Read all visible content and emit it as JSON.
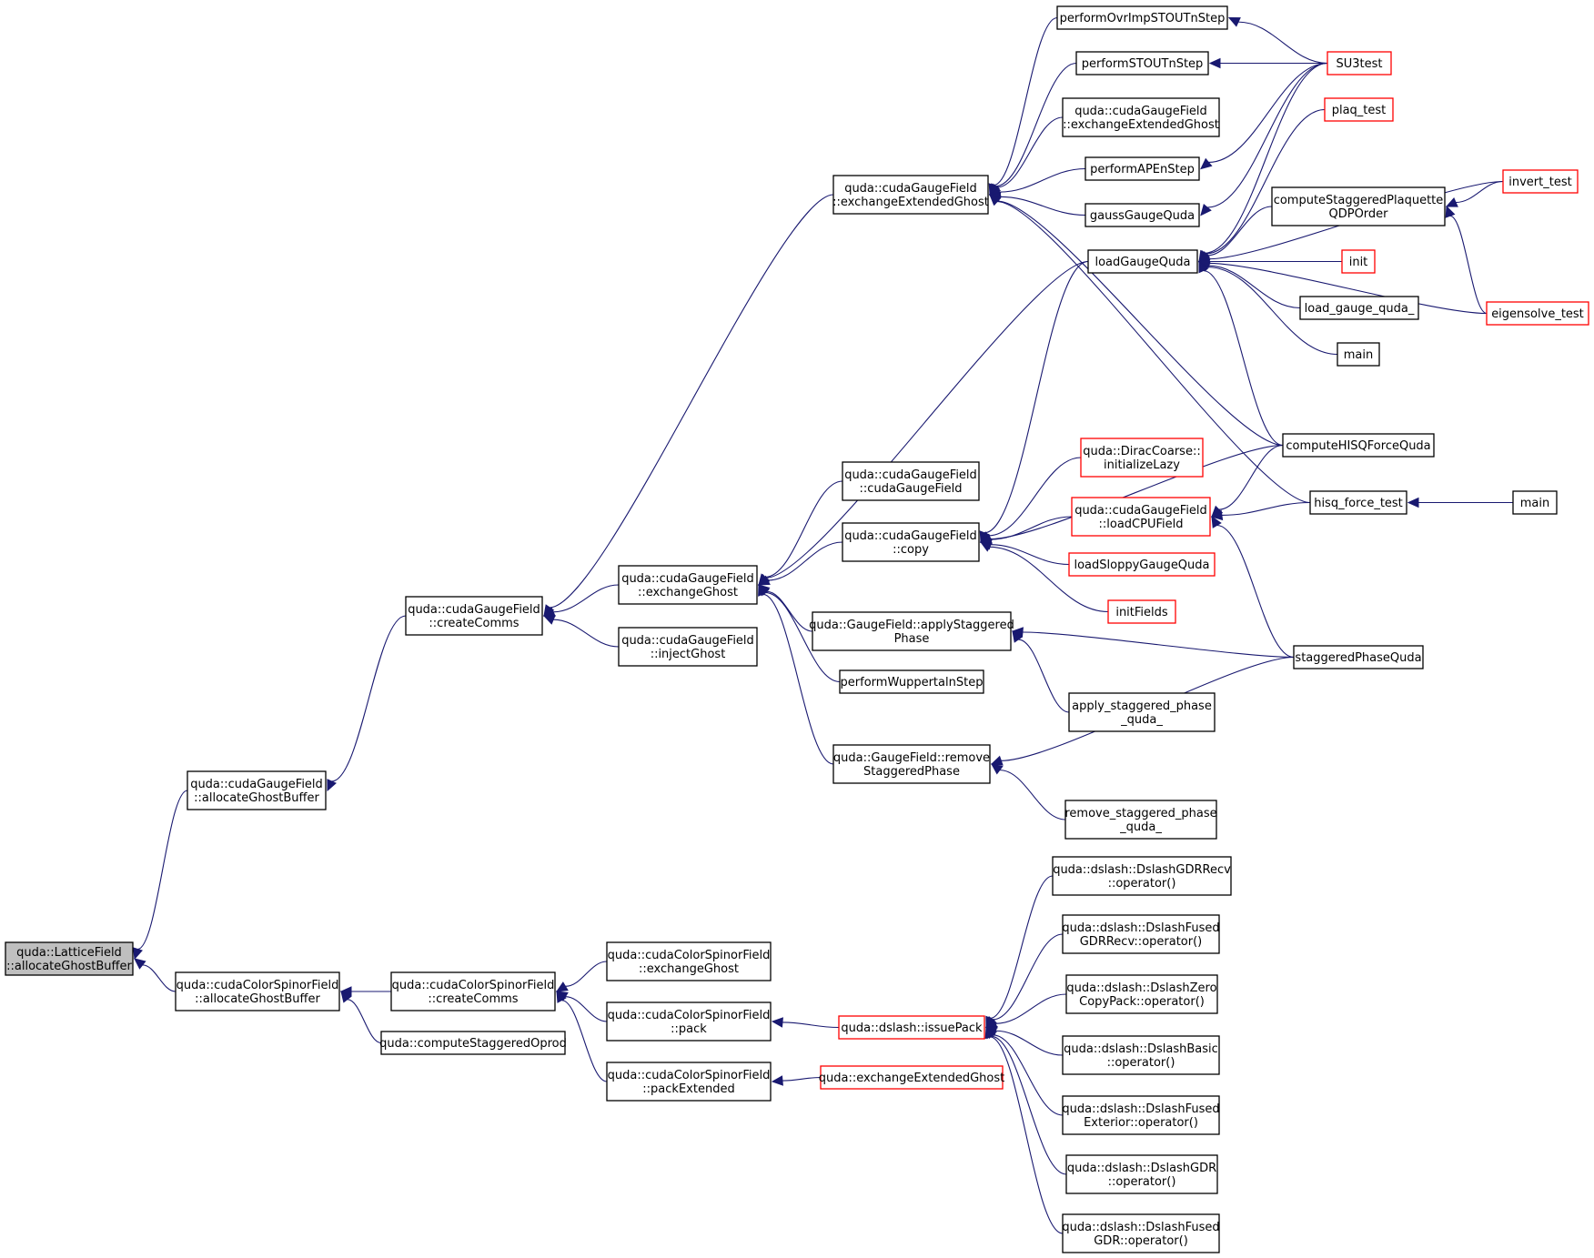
{
  "colors": {
    "edge": "#191970",
    "node_border": "#000000",
    "truncated_border": "#ff0000",
    "root_fill": "#bfbfbf",
    "node_fill": "#ffffff"
  },
  "nodes": [
    {
      "id": "root",
      "lines": [
        "quda::LatticeField",
        "::allocateGhostBuffer"
      ],
      "kind": "root"
    },
    {
      "id": "cgf_alloc",
      "lines": [
        "quda::cudaGaugeField",
        "::allocateGhostBuffer"
      ],
      "kind": "normal"
    },
    {
      "id": "ccsf_alloc",
      "lines": [
        "quda::cudaColorSpinorField",
        "::allocateGhostBuffer"
      ],
      "kind": "normal"
    },
    {
      "id": "cgf_createComms",
      "lines": [
        "quda::cudaGaugeField",
        "::createComms"
      ],
      "kind": "normal"
    },
    {
      "id": "ccsf_createComms",
      "lines": [
        "quda::cudaColorSpinorField",
        "::createComms"
      ],
      "kind": "normal"
    },
    {
      "id": "computeStaggeredOprod",
      "lines": [
        "quda::computeStaggeredOprod"
      ],
      "kind": "normal"
    },
    {
      "id": "cgf_exchangeExtendedGhost",
      "lines": [
        "quda::cudaGaugeField",
        "::exchangeExtendedGhost"
      ],
      "kind": "normal"
    },
    {
      "id": "cgf_exchangeGhost",
      "lines": [
        "quda::cudaGaugeField",
        "::exchangeGhost"
      ],
      "kind": "normal"
    },
    {
      "id": "cgf_injectGhost",
      "lines": [
        "quda::cudaGaugeField",
        "::injectGhost"
      ],
      "kind": "normal"
    },
    {
      "id": "ccsf_exchangeGhost",
      "lines": [
        "quda::cudaColorSpinorField",
        "::exchangeGhost"
      ],
      "kind": "normal"
    },
    {
      "id": "ccsf_pack",
      "lines": [
        "quda::cudaColorSpinorField",
        "::pack"
      ],
      "kind": "normal"
    },
    {
      "id": "ccsf_packExtended",
      "lines": [
        "quda::cudaColorSpinorField",
        "::packExtended"
      ],
      "kind": "normal"
    },
    {
      "id": "performOvrImpSTOUTnStep",
      "lines": [
        "performOvrImpSTOUTnStep"
      ],
      "kind": "normal"
    },
    {
      "id": "performSTOUTnStep",
      "lines": [
        "performSTOUTnStep"
      ],
      "kind": "normal"
    },
    {
      "id": "cgf_exchangeExtendedGhost2",
      "lines": [
        "quda::cudaGaugeField",
        "::exchangeExtendedGhost"
      ],
      "kind": "normal"
    },
    {
      "id": "performAPEnStep",
      "lines": [
        "performAPEnStep"
      ],
      "kind": "normal"
    },
    {
      "id": "gaussGaugeQuda",
      "lines": [
        "gaussGaugeQuda"
      ],
      "kind": "normal"
    },
    {
      "id": "loadGaugeQuda",
      "lines": [
        "loadGaugeQuda"
      ],
      "kind": "normal"
    },
    {
      "id": "cgf_cudaGaugeField",
      "lines": [
        "quda::cudaGaugeField",
        "::cudaGaugeField"
      ],
      "kind": "normal"
    },
    {
      "id": "cgf_copy",
      "lines": [
        "quda::cudaGaugeField",
        "::copy"
      ],
      "kind": "normal"
    },
    {
      "id": "gf_applyStaggeredPhase",
      "lines": [
        "quda::GaugeField::applyStaggered",
        "Phase"
      ],
      "kind": "normal"
    },
    {
      "id": "performWuppertalnStep",
      "lines": [
        "performWuppertalnStep"
      ],
      "kind": "normal"
    },
    {
      "id": "gf_removeStaggeredPhase",
      "lines": [
        "quda::GaugeField::remove",
        "StaggeredPhase"
      ],
      "kind": "normal"
    },
    {
      "id": "diracCoarse_initializeLazy",
      "lines": [
        "quda::DiracCoarse::",
        "initializeLazy"
      ],
      "kind": "trunc"
    },
    {
      "id": "cgf_loadCPUField",
      "lines": [
        "quda::cudaGaugeField",
        "::loadCPUField"
      ],
      "kind": "trunc"
    },
    {
      "id": "loadSloppyGaugeQuda",
      "lines": [
        "loadSloppyGaugeQuda"
      ],
      "kind": "trunc"
    },
    {
      "id": "initFields",
      "lines": [
        "initFields"
      ],
      "kind": "trunc"
    },
    {
      "id": "apply_staggered_phase_quda_",
      "lines": [
        "apply_staggered_phase",
        "_quda_"
      ],
      "kind": "normal"
    },
    {
      "id": "remove_staggered_phase_quda_",
      "lines": [
        "remove_staggered_phase",
        "_quda_"
      ],
      "kind": "normal"
    },
    {
      "id": "SU3test",
      "lines": [
        "SU3test"
      ],
      "kind": "trunc"
    },
    {
      "id": "plaq_test",
      "lines": [
        "plaq_test"
      ],
      "kind": "trunc"
    },
    {
      "id": "computeStaggeredPlaquetteQDPOrder",
      "lines": [
        "computeStaggeredPlaquette",
        "QDPOrder"
      ],
      "kind": "normal"
    },
    {
      "id": "init",
      "lines": [
        "init"
      ],
      "kind": "trunc"
    },
    {
      "id": "load_gauge_quda_",
      "lines": [
        "load_gauge_quda_"
      ],
      "kind": "normal"
    },
    {
      "id": "main1",
      "lines": [
        "main"
      ],
      "kind": "normal"
    },
    {
      "id": "computeHISQForceQuda",
      "lines": [
        "computeHISQForceQuda"
      ],
      "kind": "normal"
    },
    {
      "id": "hisq_force_test",
      "lines": [
        "hisq_force_test"
      ],
      "kind": "normal"
    },
    {
      "id": "staggeredPhaseQuda",
      "lines": [
        "staggeredPhaseQuda"
      ],
      "kind": "normal"
    },
    {
      "id": "invert_test",
      "lines": [
        "invert_test"
      ],
      "kind": "trunc"
    },
    {
      "id": "eigensolve_test",
      "lines": [
        "eigensolve_test"
      ],
      "kind": "trunc"
    },
    {
      "id": "main2",
      "lines": [
        "main"
      ],
      "kind": "normal"
    },
    {
      "id": "dslash_issuePack",
      "lines": [
        "quda::dslash::issuePack"
      ],
      "kind": "trunc"
    },
    {
      "id": "exchangeExtendedGhost_free",
      "lines": [
        "quda::exchangeExtendedGhost"
      ],
      "kind": "trunc"
    },
    {
      "id": "dslashGDRRecv",
      "lines": [
        "quda::dslash::DslashGDRRecv",
        "::operator()"
      ],
      "kind": "normal"
    },
    {
      "id": "dslashFusedGDRRecv",
      "lines": [
        "quda::dslash::DslashFused",
        "GDRRecv::operator()"
      ],
      "kind": "normal"
    },
    {
      "id": "dslashZeroCopyPack",
      "lines": [
        "quda::dslash::DslashZero",
        "CopyPack::operator()"
      ],
      "kind": "normal"
    },
    {
      "id": "dslashBasic",
      "lines": [
        "quda::dslash::DslashBasic",
        "::operator()"
      ],
      "kind": "normal"
    },
    {
      "id": "dslashFusedExterior",
      "lines": [
        "quda::dslash::DslashFused",
        "Exterior::operator()"
      ],
      "kind": "normal"
    },
    {
      "id": "dslashGDR",
      "lines": [
        "quda::dslash::DslashGDR",
        "::operator()"
      ],
      "kind": "normal"
    },
    {
      "id": "dslashFusedGDR",
      "lines": [
        "quda::dslash::DslashFused",
        "GDR::operator()"
      ],
      "kind": "normal"
    }
  ],
  "edges": [
    [
      "cgf_alloc",
      "root"
    ],
    [
      "ccsf_alloc",
      "root"
    ],
    [
      "cgf_createComms",
      "cgf_alloc"
    ],
    [
      "ccsf_createComms",
      "ccsf_alloc"
    ],
    [
      "computeStaggeredOprod",
      "ccsf_alloc"
    ],
    [
      "cgf_exchangeExtendedGhost",
      "cgf_createComms"
    ],
    [
      "cgf_exchangeGhost",
      "cgf_createComms"
    ],
    [
      "cgf_injectGhost",
      "cgf_createComms"
    ],
    [
      "ccsf_exchangeGhost",
      "ccsf_createComms"
    ],
    [
      "ccsf_pack",
      "ccsf_createComms"
    ],
    [
      "ccsf_packExtended",
      "ccsf_createComms"
    ],
    [
      "performOvrImpSTOUTnStep",
      "cgf_exchangeExtendedGhost"
    ],
    [
      "performSTOUTnStep",
      "cgf_exchangeExtendedGhost"
    ],
    [
      "cgf_exchangeExtendedGhost2",
      "cgf_exchangeExtendedGhost"
    ],
    [
      "performAPEnStep",
      "cgf_exchangeExtendedGhost"
    ],
    [
      "gaussGaugeQuda",
      "cgf_exchangeExtendedGhost"
    ],
    [
      "computeHISQForceQuda",
      "cgf_exchangeExtendedGhost"
    ],
    [
      "hisq_force_test",
      "cgf_exchangeExtendedGhost"
    ],
    [
      "loadGaugeQuda",
      "cgf_exchangeGhost"
    ],
    [
      "cgf_cudaGaugeField",
      "cgf_exchangeGhost"
    ],
    [
      "cgf_copy",
      "cgf_exchangeGhost"
    ],
    [
      "gf_applyStaggeredPhase",
      "cgf_exchangeGhost"
    ],
    [
      "performWuppertalnStep",
      "cgf_exchangeGhost"
    ],
    [
      "gf_removeStaggeredPhase",
      "cgf_exchangeGhost"
    ],
    [
      "loadGaugeQuda",
      "cgf_copy"
    ],
    [
      "diracCoarse_initializeLazy",
      "cgf_copy"
    ],
    [
      "cgf_loadCPUField",
      "cgf_copy"
    ],
    [
      "loadSloppyGaugeQuda",
      "cgf_copy"
    ],
    [
      "initFields",
      "cgf_copy"
    ],
    [
      "computeHISQForceQuda",
      "cgf_copy"
    ],
    [
      "staggeredPhaseQuda",
      "gf_applyStaggeredPhase"
    ],
    [
      "apply_staggered_phase_quda_",
      "gf_applyStaggeredPhase"
    ],
    [
      "staggeredPhaseQuda",
      "gf_removeStaggeredPhase"
    ],
    [
      "remove_staggered_phase_quda_",
      "gf_removeStaggeredPhase"
    ],
    [
      "SU3test",
      "performOvrImpSTOUTnStep"
    ],
    [
      "SU3test",
      "performSTOUTnStep"
    ],
    [
      "SU3test",
      "performAPEnStep"
    ],
    [
      "SU3test",
      "gaussGaugeQuda"
    ],
    [
      "SU3test",
      "loadGaugeQuda"
    ],
    [
      "plaq_test",
      "loadGaugeQuda"
    ],
    [
      "invert_test",
      "loadGaugeQuda"
    ],
    [
      "computeStaggeredPlaquetteQDPOrder",
      "loadGaugeQuda"
    ],
    [
      "init",
      "loadGaugeQuda"
    ],
    [
      "load_gauge_quda_",
      "loadGaugeQuda"
    ],
    [
      "main1",
      "loadGaugeQuda"
    ],
    [
      "eigensolve_test",
      "loadGaugeQuda"
    ],
    [
      "computeHISQForceQuda",
      "loadGaugeQuda"
    ],
    [
      "invert_test",
      "computeStaggeredPlaquetteQDPOrder"
    ],
    [
      "eigensolve_test",
      "computeStaggeredPlaquetteQDPOrder"
    ],
    [
      "computeHISQForceQuda",
      "cgf_loadCPUField"
    ],
    [
      "hisq_force_test",
      "cgf_loadCPUField"
    ],
    [
      "staggeredPhaseQuda",
      "cgf_loadCPUField"
    ],
    [
      "main2",
      "hisq_force_test"
    ],
    [
      "dslash_issuePack",
      "ccsf_pack"
    ],
    [
      "exchangeExtendedGhost_free",
      "ccsf_packExtended"
    ],
    [
      "dslashGDRRecv",
      "dslash_issuePack"
    ],
    [
      "dslashFusedGDRRecv",
      "dslash_issuePack"
    ],
    [
      "dslashZeroCopyPack",
      "dslash_issuePack"
    ],
    [
      "dslashBasic",
      "dslash_issuePack"
    ],
    [
      "dslashFusedExterior",
      "dslash_issuePack"
    ],
    [
      "dslashGDR",
      "dslash_issuePack"
    ],
    [
      "dslashFusedGDR",
      "dslash_issuePack"
    ]
  ]
}
